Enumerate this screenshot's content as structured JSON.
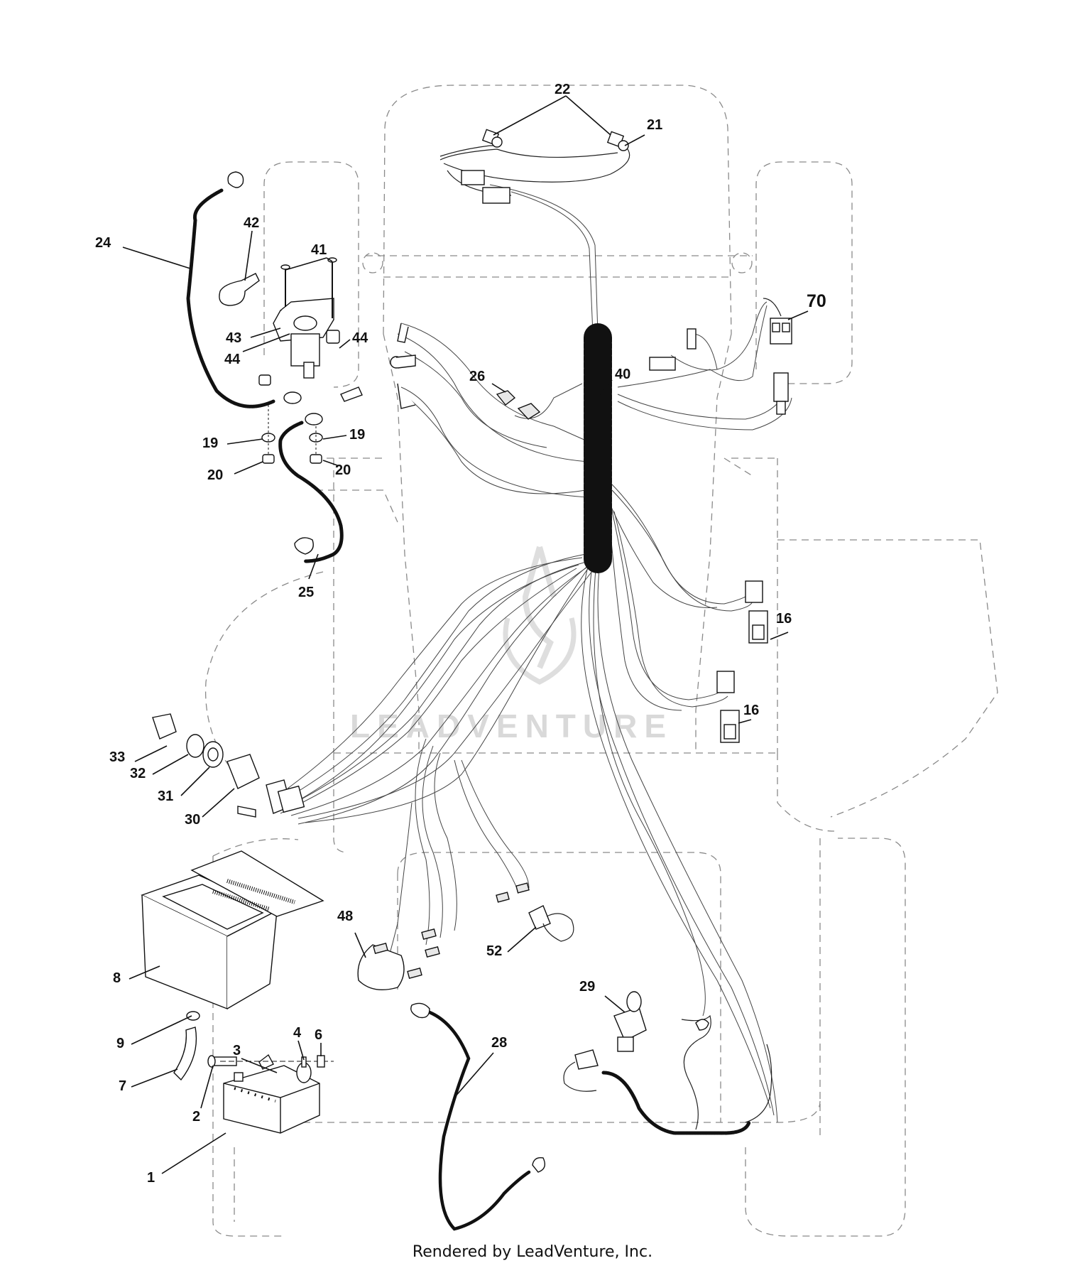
{
  "watermark": "LEADVENTURE",
  "footer": "Rendered by LeadVenture, Inc.",
  "callouts": {
    "c1": "1",
    "c2": "2",
    "c3": "3",
    "c4": "4",
    "c6": "6",
    "c7": "7",
    "c8": "8",
    "c9": "9",
    "c16a": "16",
    "c16b": "16",
    "c19a": "19",
    "c19b": "19",
    "c20a": "20",
    "c20b": "20",
    "c21": "21",
    "c22": "22",
    "c24": "24",
    "c25": "25",
    "c26": "26",
    "c28": "28",
    "c29": "29",
    "c30": "30",
    "c31": "31",
    "c32": "32",
    "c33": "33",
    "c40": "40",
    "c41": "41",
    "c42": "42",
    "c43": "43",
    "c44a": "44",
    "c44b": "44",
    "c48": "48",
    "c52": "52",
    "c70": "70"
  }
}
